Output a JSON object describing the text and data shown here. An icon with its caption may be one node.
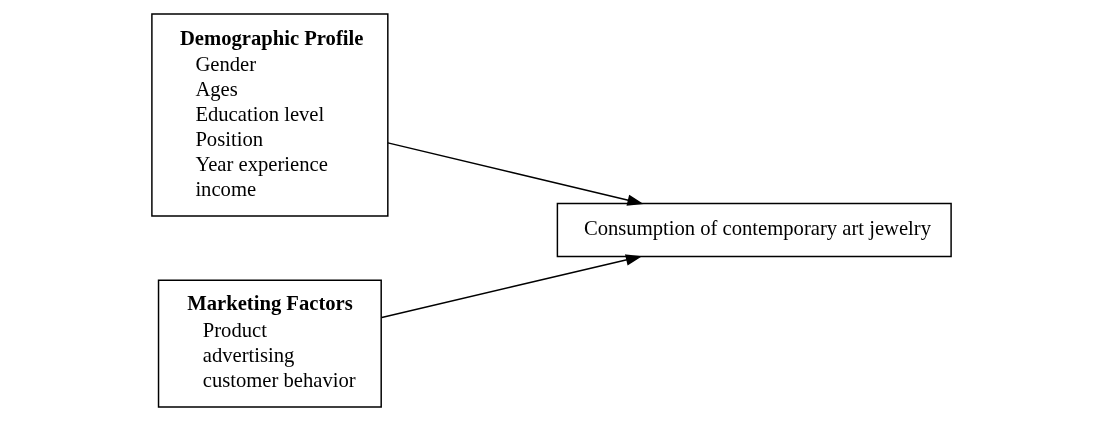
{
  "diagram": {
    "nodes": [
      {
        "text": [
          "Demographic Profile",
          "Gender",
          "Ages",
          "Education level",
          "Position",
          "Year experience",
          "income"
        ]
      },
      {
        "text": [
          "Marketing Factors",
          "Product",
          "advertising",
          "customer behavior"
        ]
      },
      {
        "text": [
          "Consumption of contemporary art jewelry"
        ]
      }
    ],
    "edges": [
      {
        "from": 0,
        "to": 2,
        "arrow": "to"
      },
      {
        "from": 1,
        "to": 2,
        "arrow": "to"
      }
    ]
  }
}
